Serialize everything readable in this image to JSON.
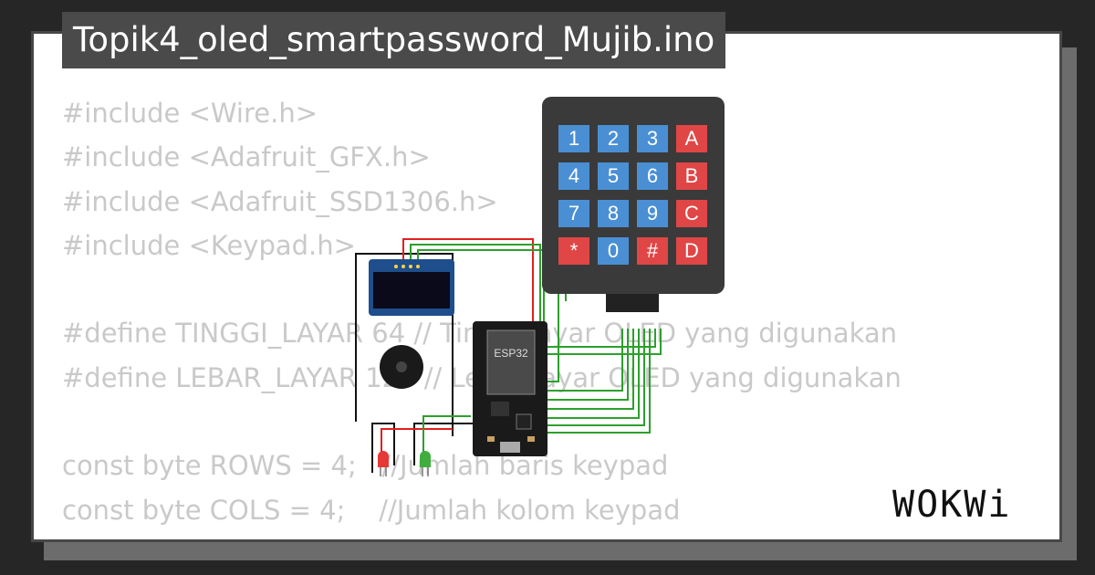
{
  "title": "Topik4_oled_smartpassword_Mujib.ino",
  "code_lines": [
    "#include <Wire.h>",
    "#include <Adafruit_GFX.h>",
    "#include <Adafruit_SSD1306.h>",
    "#include <Keypad.h>",
    "",
    "#define TINGGI_LAYAR 64 // Tinggi layar OLED yang digunakan",
    "#define LEBAR_LAYAR 128 // Lebar layar OLED yang digunakan",
    "",
    "const byte ROWS = 4;   //Jumlah baris keypad",
    "const byte COLS = 4;    //Jumlah kolom keypad"
  ],
  "keypad": {
    "keys": [
      [
        "1",
        "2",
        "3",
        "A"
      ],
      [
        "4",
        "5",
        "6",
        "B"
      ],
      [
        "7",
        "8",
        "9",
        "C"
      ],
      [
        "*",
        "0",
        "#",
        "D"
      ]
    ]
  },
  "esp32_label": "ESP32",
  "logo_text": "WOKWi",
  "colors": {
    "background": "#262626",
    "card": "#ffffff",
    "title_bg": "#4a4a4a",
    "code_text": "#c9c9c9",
    "key_blue": "#4a8fd4",
    "key_red": "#e04646",
    "keypad_body": "#3a3a3a",
    "wire_green": "#2ca02c",
    "wire_red": "#e02020",
    "wire_black": "#111111"
  }
}
